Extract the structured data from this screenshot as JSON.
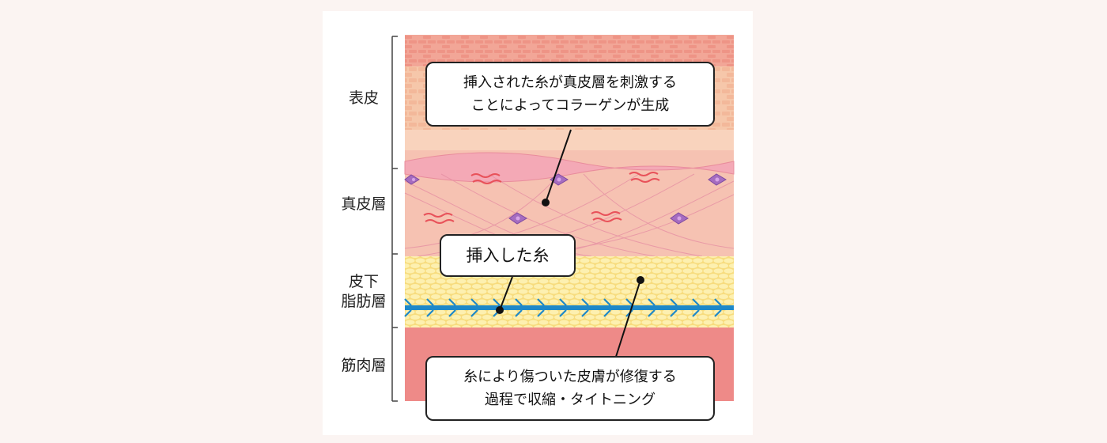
{
  "layers": [
    {
      "id": "epidermis",
      "label": "表皮"
    },
    {
      "id": "dermis",
      "label": "真皮層"
    },
    {
      "id": "subcutaneous",
      "label_line1": "皮下",
      "label_line2": "脂肪層"
    },
    {
      "id": "muscle",
      "label": "筋肉層"
    }
  ],
  "callouts": {
    "collagen": {
      "line1": "挿入された糸が真皮層を刺激する",
      "line2": "ことによってコラーゲンが生成"
    },
    "thread": {
      "line1": "挿入した糸"
    },
    "repair": {
      "line1": "糸により傷ついた皮膚が修復する",
      "line2": "過程で収縮・タイトニング"
    }
  },
  "colors": {
    "epidermis": "#f7c9ad",
    "dermis": "#f5bfb0",
    "fat": "#fbe89a",
    "muscle": "#ee8a88",
    "thread": "#1e88c8",
    "cell": "#a56cc0"
  }
}
